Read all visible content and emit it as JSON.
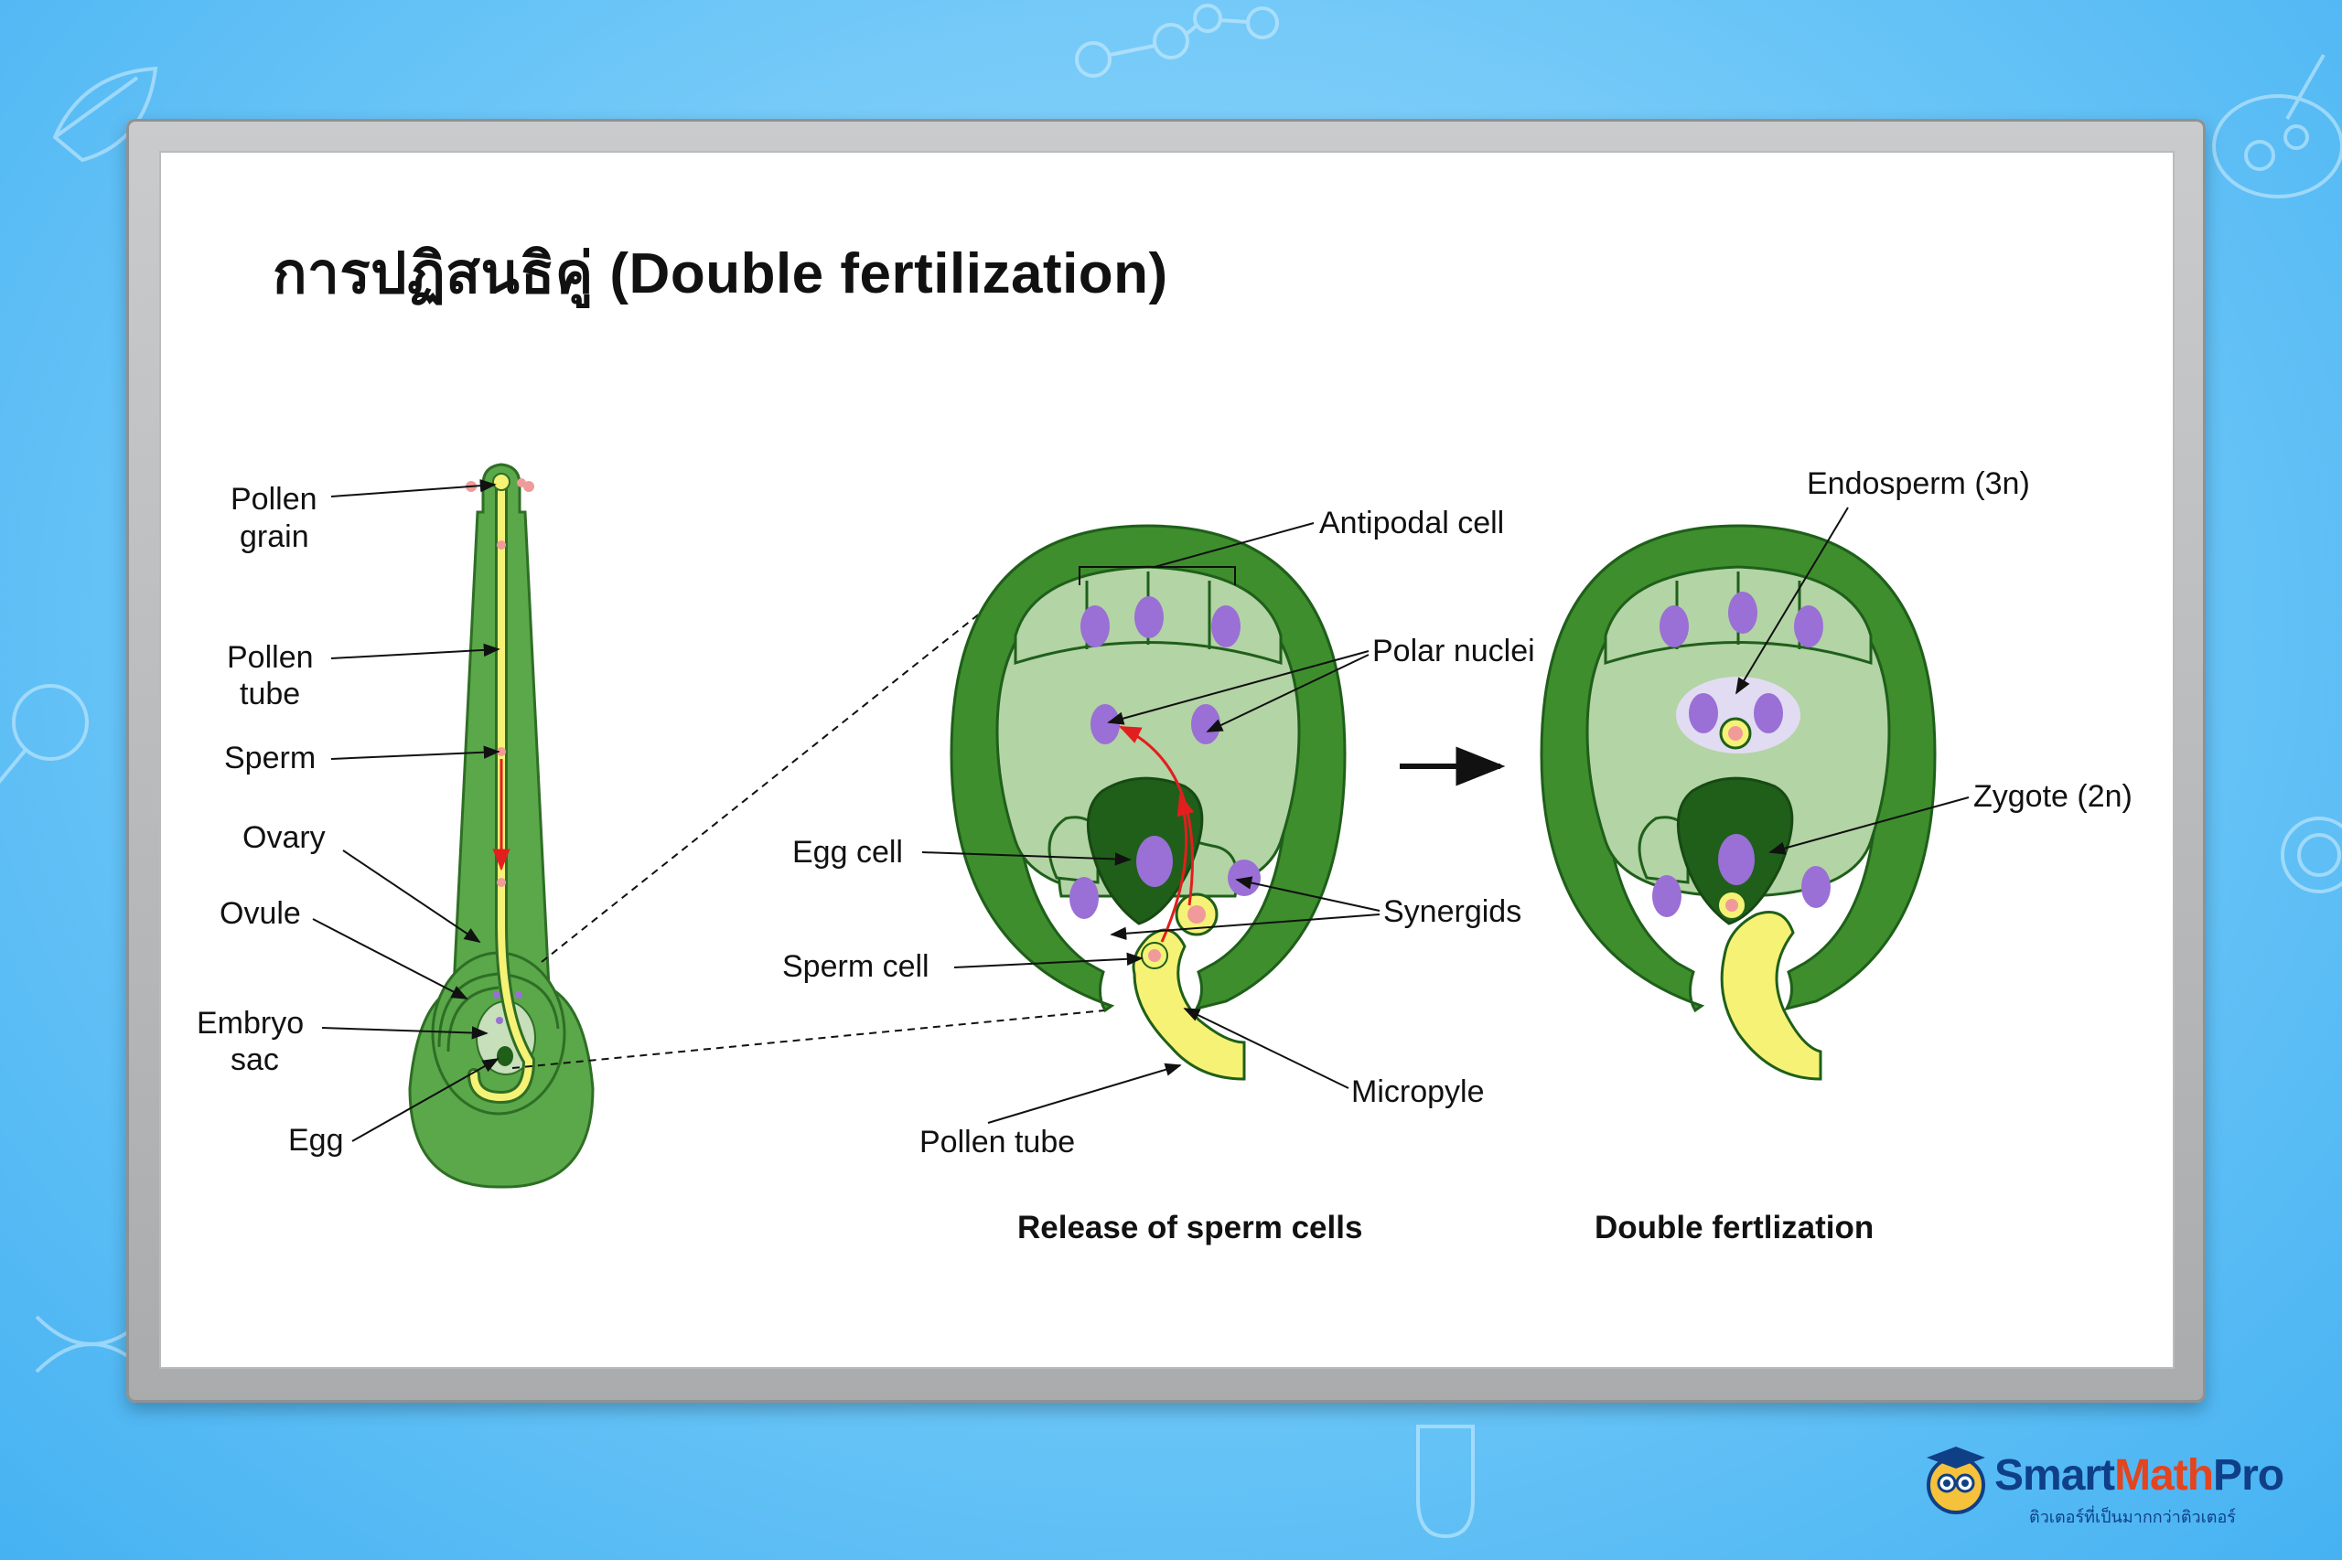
{
  "title": "การปฏิสนธิคู่ (Double fertilization)",
  "labels": {
    "pollen_grain_1": "Pollen",
    "pollen_grain_2": "grain",
    "pollen_tube_1": "Pollen",
    "pollen_tube_2": "tube",
    "sperm": "Sperm",
    "ovary": "Ovary",
    "ovule": "Ovule",
    "embryo_sac_1": "Embryo",
    "embryo_sac_2": "sac",
    "egg": "Egg",
    "antipodal_cell": "Antipodal cell",
    "polar_nuclei": "Polar nuclei",
    "egg_cell": "Egg cell",
    "synergids": "Synergids",
    "sperm_cell": "Sperm cell",
    "micropyle": "Micropyle",
    "pollen_tube_mid": "Pollen tube",
    "endosperm": "Endosperm (3n)",
    "zygote": "Zygote (2n)"
  },
  "captions": {
    "release": "Release of sperm cells",
    "double": "Double fertlization"
  },
  "logo": {
    "name_smart": "Smart",
    "name_math": "Math",
    "name_pro": "Pro",
    "tagline": "ติวเตอร์ที่เป็นมากกว่าติวเตอร์"
  },
  "colors": {
    "dark_green": "#3e8e2d",
    "mid_green": "#5aa84a",
    "light_green": "#b3d4a5",
    "pale_green": "#c7dfba",
    "deep_green": "#1f5f1a",
    "purple": "#9a6fd6",
    "yellow": "#f6f276",
    "pink": "#f19a9a",
    "arrow_red": "#e31e1e"
  }
}
